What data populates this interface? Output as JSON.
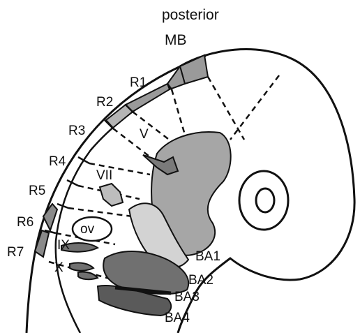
{
  "labels": {
    "posterior": "posterior",
    "mb": "MB",
    "r1": "R1",
    "r2": "R2",
    "r3": "R3",
    "r4": "R4",
    "r5": "R5",
    "r6": "R6",
    "r7": "R7",
    "v": "V",
    "vii": "VII",
    "ov": "ov",
    "ix": "IX",
    "x": "X",
    "ba1": "BA1",
    "ba2": "BA2",
    "ba3": "BA3",
    "ba4": "BA4"
  },
  "colors": {
    "outline": "#111111",
    "rhombomere_fill": "#9a9a9a",
    "arch_light": "#cfcfcf",
    "arch_mid": "#a6a6a6",
    "arch_dark": "#6e6e6e",
    "ganglion_fill": "#7a7a7a"
  }
}
